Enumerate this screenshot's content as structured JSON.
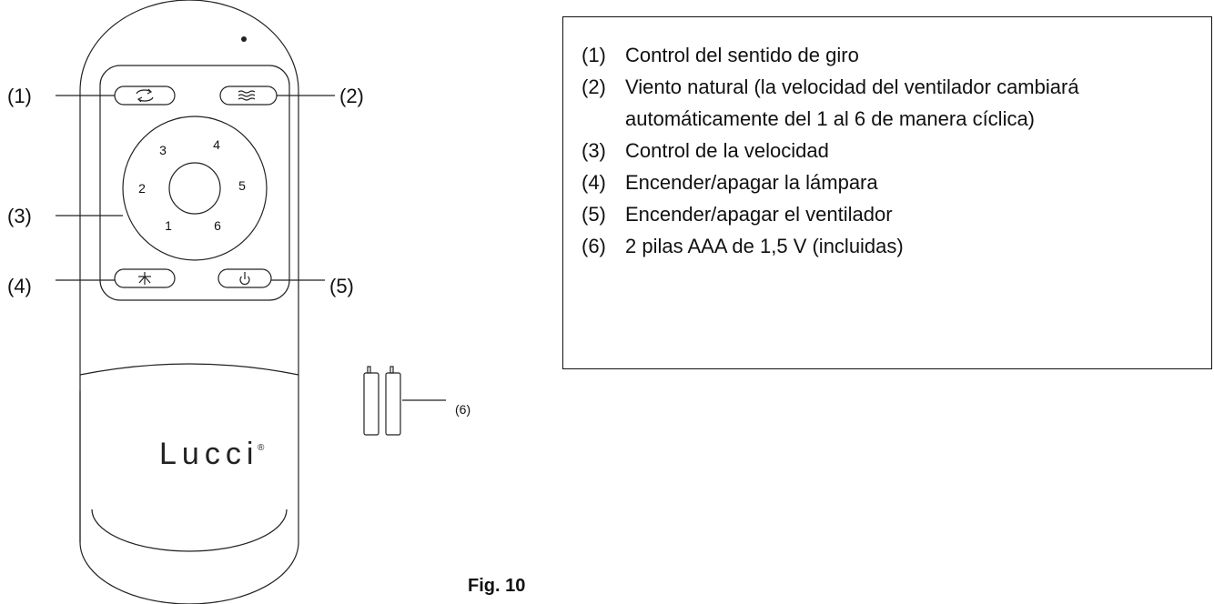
{
  "remote": {
    "brand": "Lucci",
    "brand_mark": "®",
    "speed_digits": [
      "1",
      "2",
      "3",
      "4",
      "5",
      "6"
    ]
  },
  "callouts": {
    "c1": "(1)",
    "c2": "(2)",
    "c3": "(3)",
    "c4": "(4)",
    "c5": "(5)",
    "c6": "(6)"
  },
  "legend": {
    "items": [
      {
        "num": "(1)",
        "text": "Control del sentido de giro"
      },
      {
        "num": "(2)",
        "text": "Viento natural (la velocidad del ventilador cambiará automáticamente del 1 al 6 de manera cíclica)"
      },
      {
        "num": "(3)",
        "text": "Control de la velocidad"
      },
      {
        "num": "(4)",
        "text": "Encender/apagar la lámpara"
      },
      {
        "num": "(5)",
        "text": "Encender/apagar el ventilador"
      },
      {
        "num": "(6)",
        "text": "2 pilas AAA de 1,5 V (incluidas)"
      }
    ]
  },
  "figure": {
    "label": "Fig. 10"
  },
  "icons": {
    "rotate_button": "reverse-rotation-icon",
    "wind_button": "natural-wind-icon",
    "light_button": "lamp-icon",
    "power_button": "power-icon",
    "battery": "aaa-battery-icon"
  }
}
